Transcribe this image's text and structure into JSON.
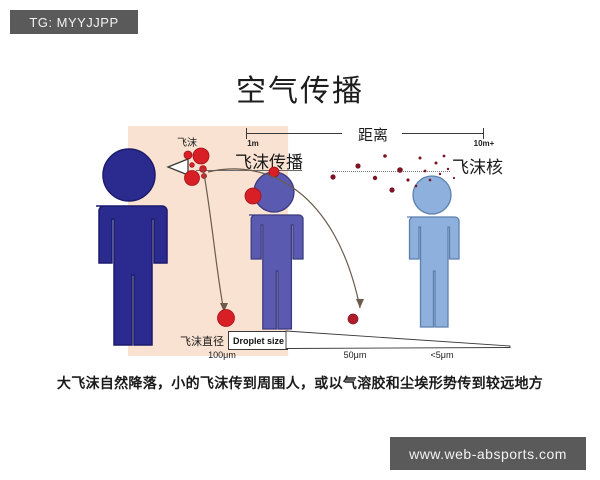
{
  "tags": {
    "top": "TG: MYYJJPP",
    "bottom": "www.web-absports.com"
  },
  "title": "空气传播",
  "caption": "大飞沫自然降落，小的飞沫传到周围人，或以气溶胶和尘埃形势传到较远地方",
  "scale": {
    "label": "距离",
    "near": "1m",
    "far": "10m+"
  },
  "labels": {
    "droplet": "飞沫",
    "droplet_transmission": "飞沫传播",
    "droplet_nuclei": "飞沫核",
    "droplet_diameter": "飞沫直径"
  },
  "droplet_size": {
    "box_label": "Droplet size",
    "sizes": [
      "100μm",
      "50μm",
      "<5μm"
    ]
  },
  "figures": [
    {
      "name": "source-person",
      "color": "#2b2b8f"
    },
    {
      "name": "near-person",
      "color": "#5a5ab0"
    },
    {
      "name": "far-person",
      "color": "#8db0dc"
    }
  ],
  "colors": {
    "panel": "#fae2d2",
    "droplet_red": "#d81f26",
    "nuclei_dark": "#8a1a2a",
    "arrow": "#6b5b4d",
    "tag_bg": "#5a5a5a"
  }
}
